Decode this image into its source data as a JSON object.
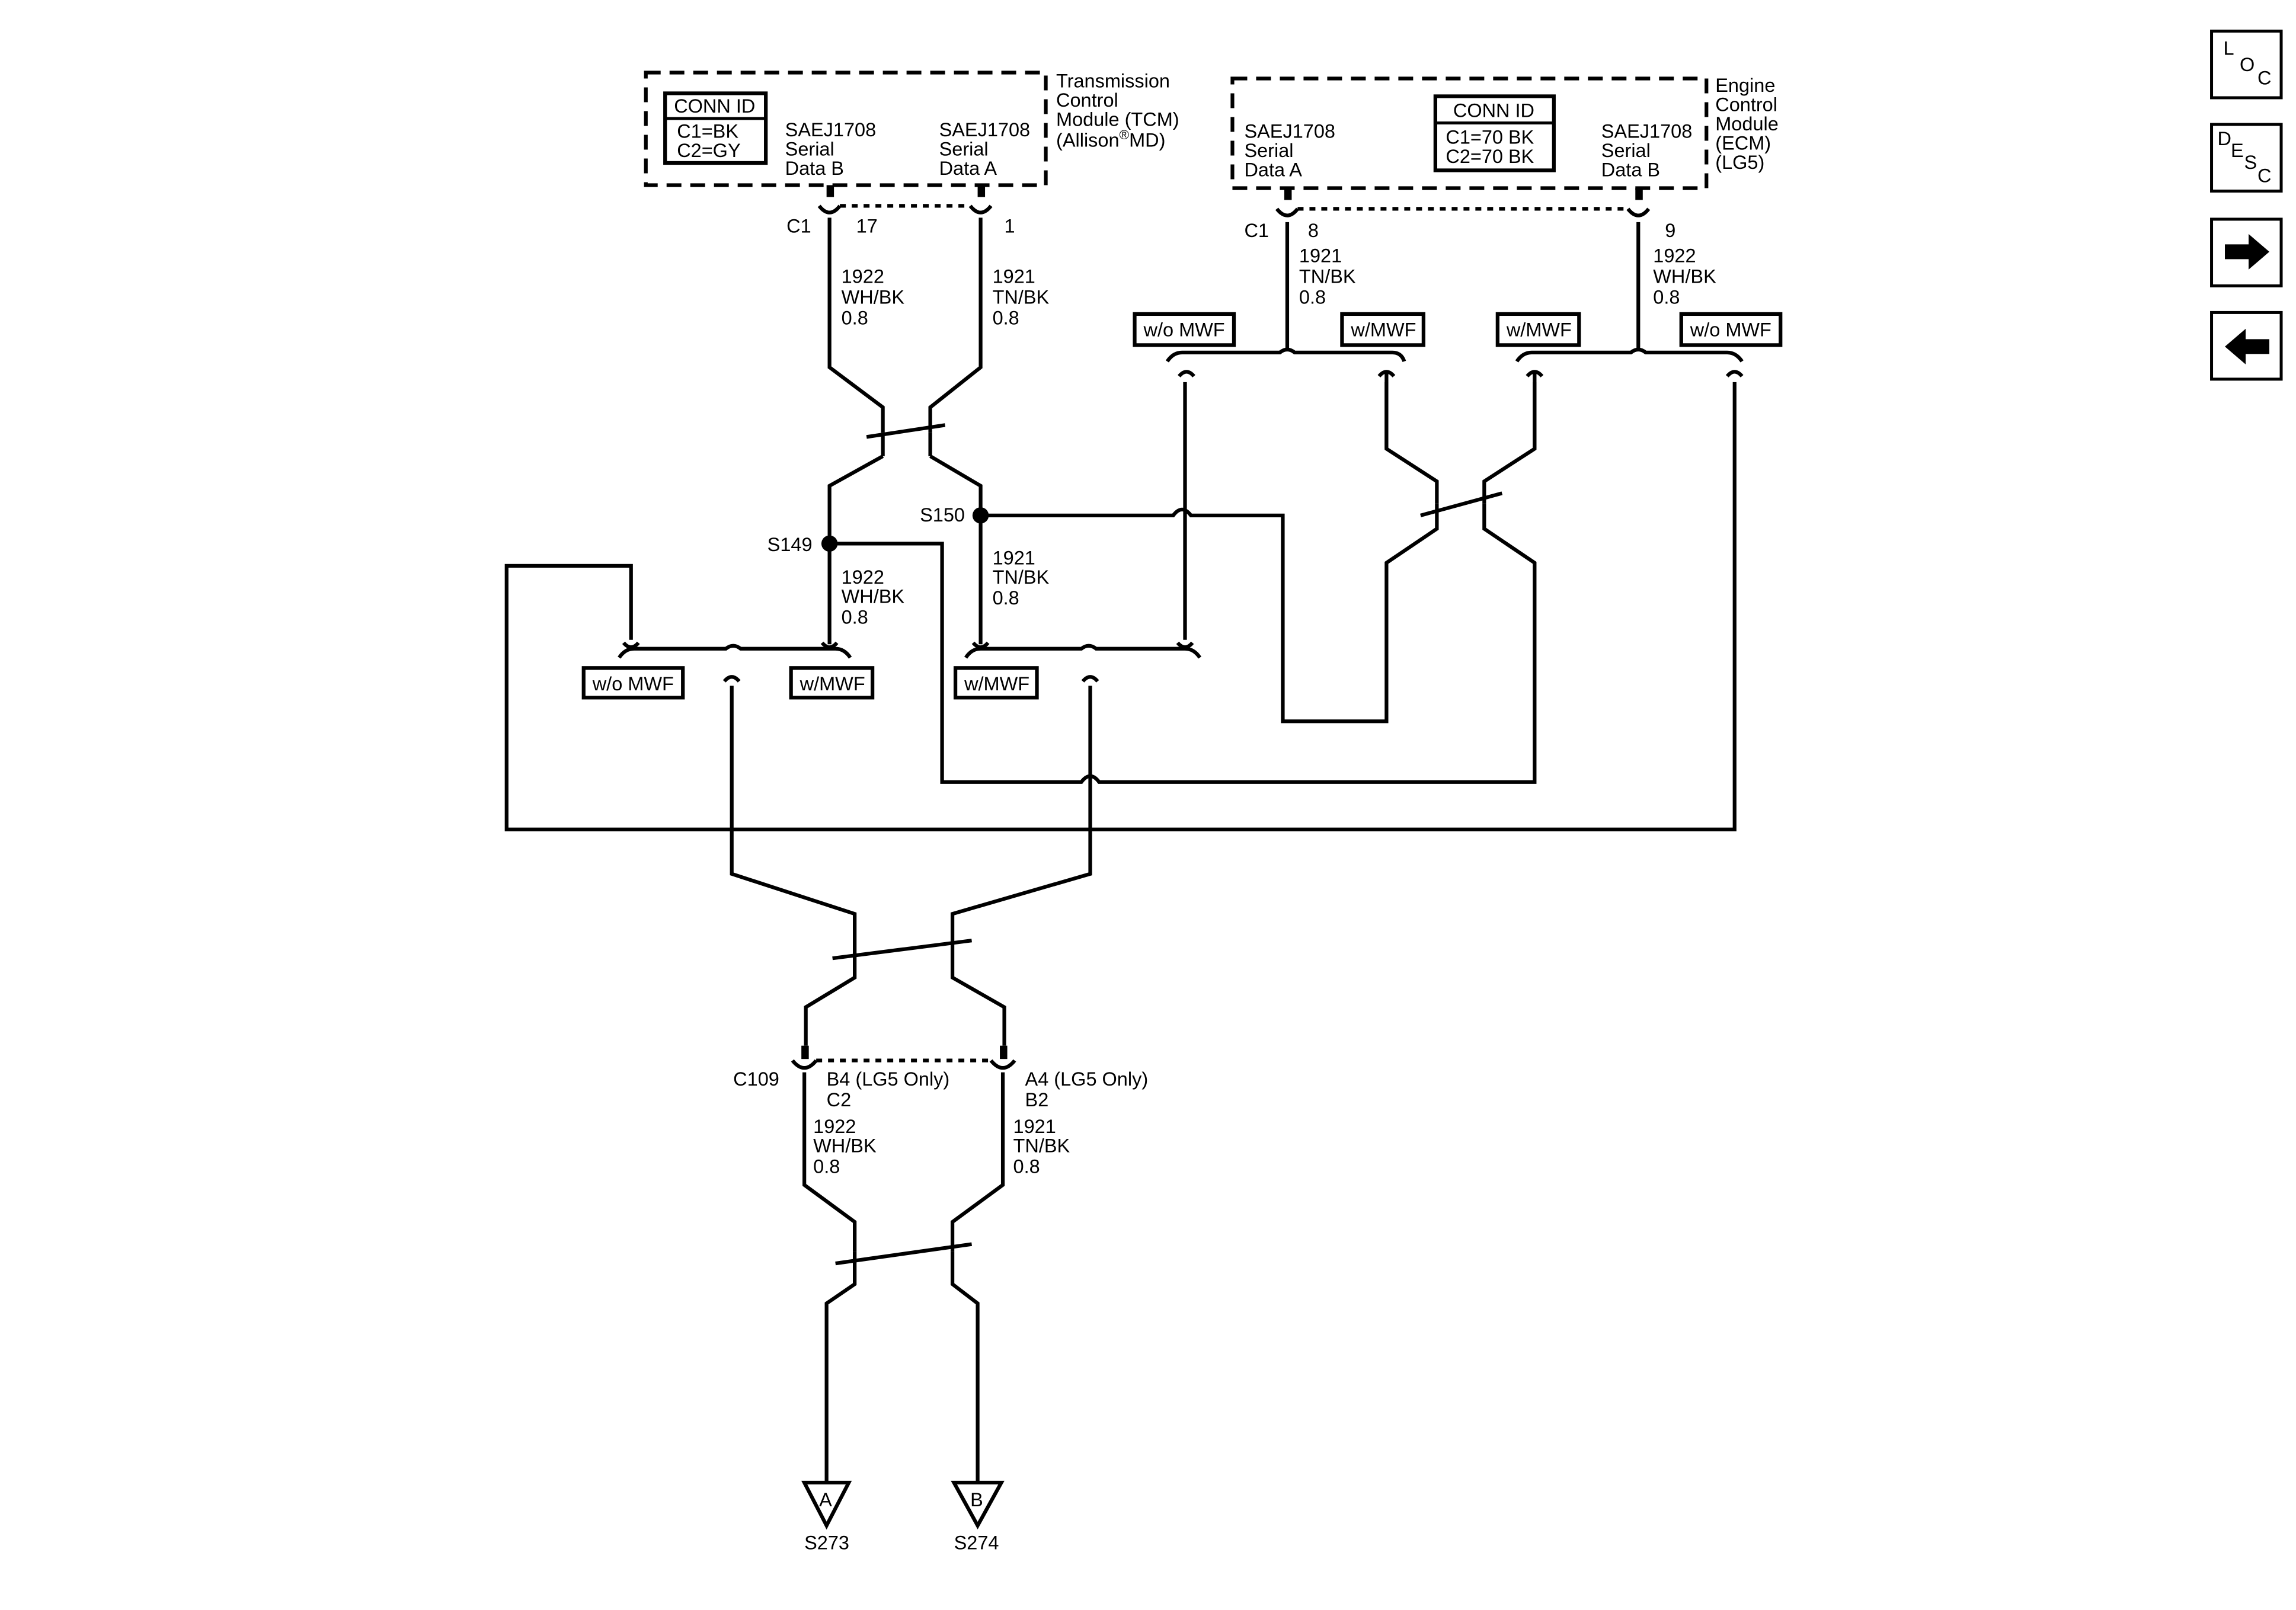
{
  "tcm": {
    "title_lines": [
      "Transmission",
      "Control",
      "Module (TCM)"
    ],
    "brand": "(Allison",
    "brand_reg": "®",
    "brand_suffix": "MD)",
    "conn_id_header": "CONN ID",
    "conn_id_rows": [
      "C1=BK",
      "C2=GY"
    ],
    "pin_b_lines": [
      "SAEJ1708",
      "Serial",
      "Data B"
    ],
    "pin_a_lines": [
      "SAEJ1708",
      "Serial",
      "Data A"
    ],
    "connector": "C1",
    "pin_b": "17",
    "pin_a": "1"
  },
  "ecm": {
    "title_lines": [
      "Engine",
      "Control",
      "Module",
      "(ECM)",
      "(LG5)"
    ],
    "conn_id_header": "CONN ID",
    "conn_id_rows": [
      "C1=70 BK",
      "C2=70 BK"
    ],
    "pin_a_lines": [
      "SAEJ1708",
      "Serial",
      "Data A"
    ],
    "pin_b_lines": [
      "SAEJ1708",
      "Serial",
      "Data B"
    ],
    "connector": "C1",
    "pin_a": "8",
    "pin_b": "9"
  },
  "wires": {
    "tcm_b": [
      "1922",
      "WH/BK",
      "0.8"
    ],
    "tcm_a": [
      "1921",
      "TN/BK",
      "0.8"
    ],
    "ecm_a": [
      "1921",
      "TN/BK",
      "0.8"
    ],
    "ecm_b": [
      "1922",
      "WH/BK",
      "0.8"
    ],
    "s149_down": [
      "1922",
      "WH/BK",
      "0.8"
    ],
    "s150_down": [
      "1921",
      "TN/BK",
      "0.8"
    ],
    "c109_b": [
      "1922",
      "WH/BK",
      "0.8"
    ],
    "c109_a": [
      "1921",
      "TN/BK",
      "0.8"
    ]
  },
  "options": {
    "ecm_left_wo": "w/o MWF",
    "ecm_left_w": "w/MWF",
    "ecm_right_w": "w/MWF",
    "ecm_right_wo": "w/o MWF",
    "mid_wo": "w/o MWF",
    "mid_w": "w/MWF",
    "mid2_w": "w/MWF"
  },
  "splices": {
    "s149": "S149",
    "s150": "S150"
  },
  "c109": {
    "name": "C109",
    "pin_b": "B4 (LG5 Only)",
    "pin_b2": "C2",
    "pin_a": "A4 (LG5 Only)",
    "pin_a2": "B2"
  },
  "refs": {
    "a_letter": "A",
    "a_splice": "S273",
    "b_letter": "B",
    "b_splice": "S274"
  },
  "nav": {
    "loc": [
      "L",
      "O",
      "C"
    ],
    "desc": [
      "D",
      "E",
      "S",
      "C"
    ],
    "next_icon": "right-arrow-icon",
    "prev_icon": "left-arrow-icon"
  }
}
